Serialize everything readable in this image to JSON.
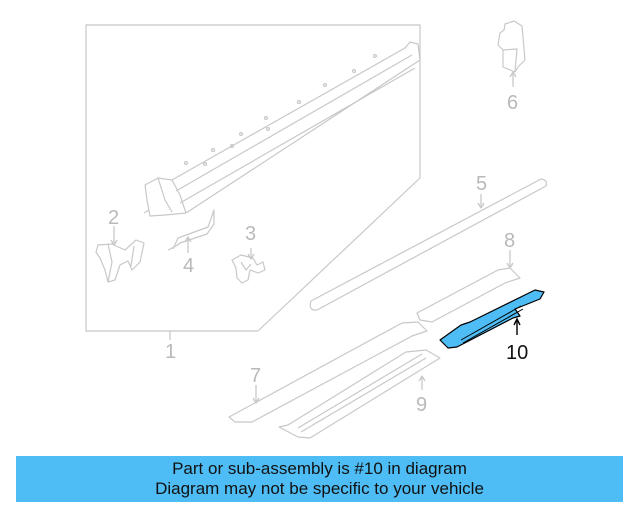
{
  "diagram": {
    "highlight_color": "#4fbdf5",
    "line_color": "#c8c8c8",
    "highlighted_part": "10",
    "callouts": [
      {
        "id": "1",
        "label": "1"
      },
      {
        "id": "2",
        "label": "2"
      },
      {
        "id": "3",
        "label": "3"
      },
      {
        "id": "4",
        "label": "4"
      },
      {
        "id": "5",
        "label": "5"
      },
      {
        "id": "6",
        "label": "6"
      },
      {
        "id": "7",
        "label": "7"
      },
      {
        "id": "8",
        "label": "8"
      },
      {
        "id": "9",
        "label": "9"
      },
      {
        "id": "10",
        "label": "10"
      }
    ]
  },
  "banner": {
    "line1": "Part or sub-assembly is #10 in diagram",
    "line2": "Diagram may not be specific to your vehicle",
    "background": "#4fbdf5"
  }
}
